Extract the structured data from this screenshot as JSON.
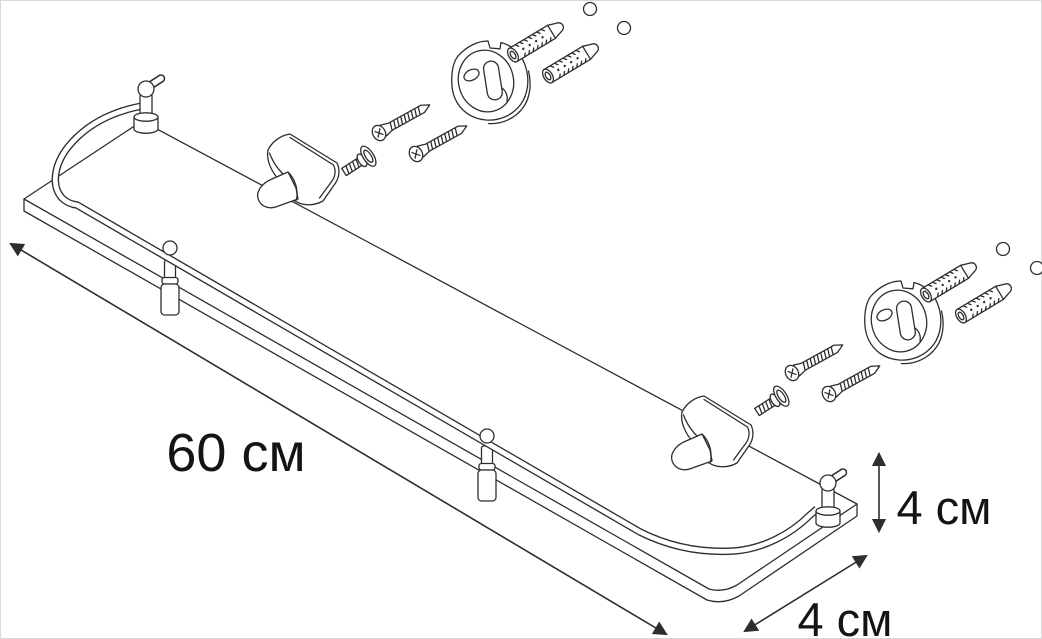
{
  "figure": {
    "kind": "exploded assembly line drawing of wall glass shelf with gallery rail",
    "background": "#ffffff",
    "line_color": "#2e2e2e",
    "label_color": "#141414",
    "border_color": "#d9d9d9"
  },
  "dimension_labels": {
    "length": "60 см",
    "rail_height": "4 см",
    "depth": "4 см"
  },
  "parts": {
    "shelf": "glass-shelf-panel",
    "rail": "gallery-rail",
    "front_posts": [
      "rail-post-left",
      "rail-post-middle"
    ],
    "end_posts": [
      "end-post-back-left",
      "end-post-back-right"
    ],
    "brackets": [
      "wall-bracket-center",
      "wall-bracket-right"
    ],
    "hardware_sets": [
      {
        "name": "hardware-set-center",
        "items": [
          "set-screw",
          "hex-nut",
          "washer",
          "mounting-screw",
          "mounting-screw",
          "keyhole-wall-plate",
          "wall-anchor",
          "wall-anchor",
          "screw-cap",
          "screw-cap"
        ]
      },
      {
        "name": "hardware-set-right",
        "items": [
          "set-screw",
          "hex-nut",
          "washer",
          "mounting-screw",
          "mounting-screw",
          "keyhole-wall-plate",
          "wall-anchor",
          "wall-anchor",
          "screw-cap",
          "screw-cap"
        ]
      }
    ]
  }
}
